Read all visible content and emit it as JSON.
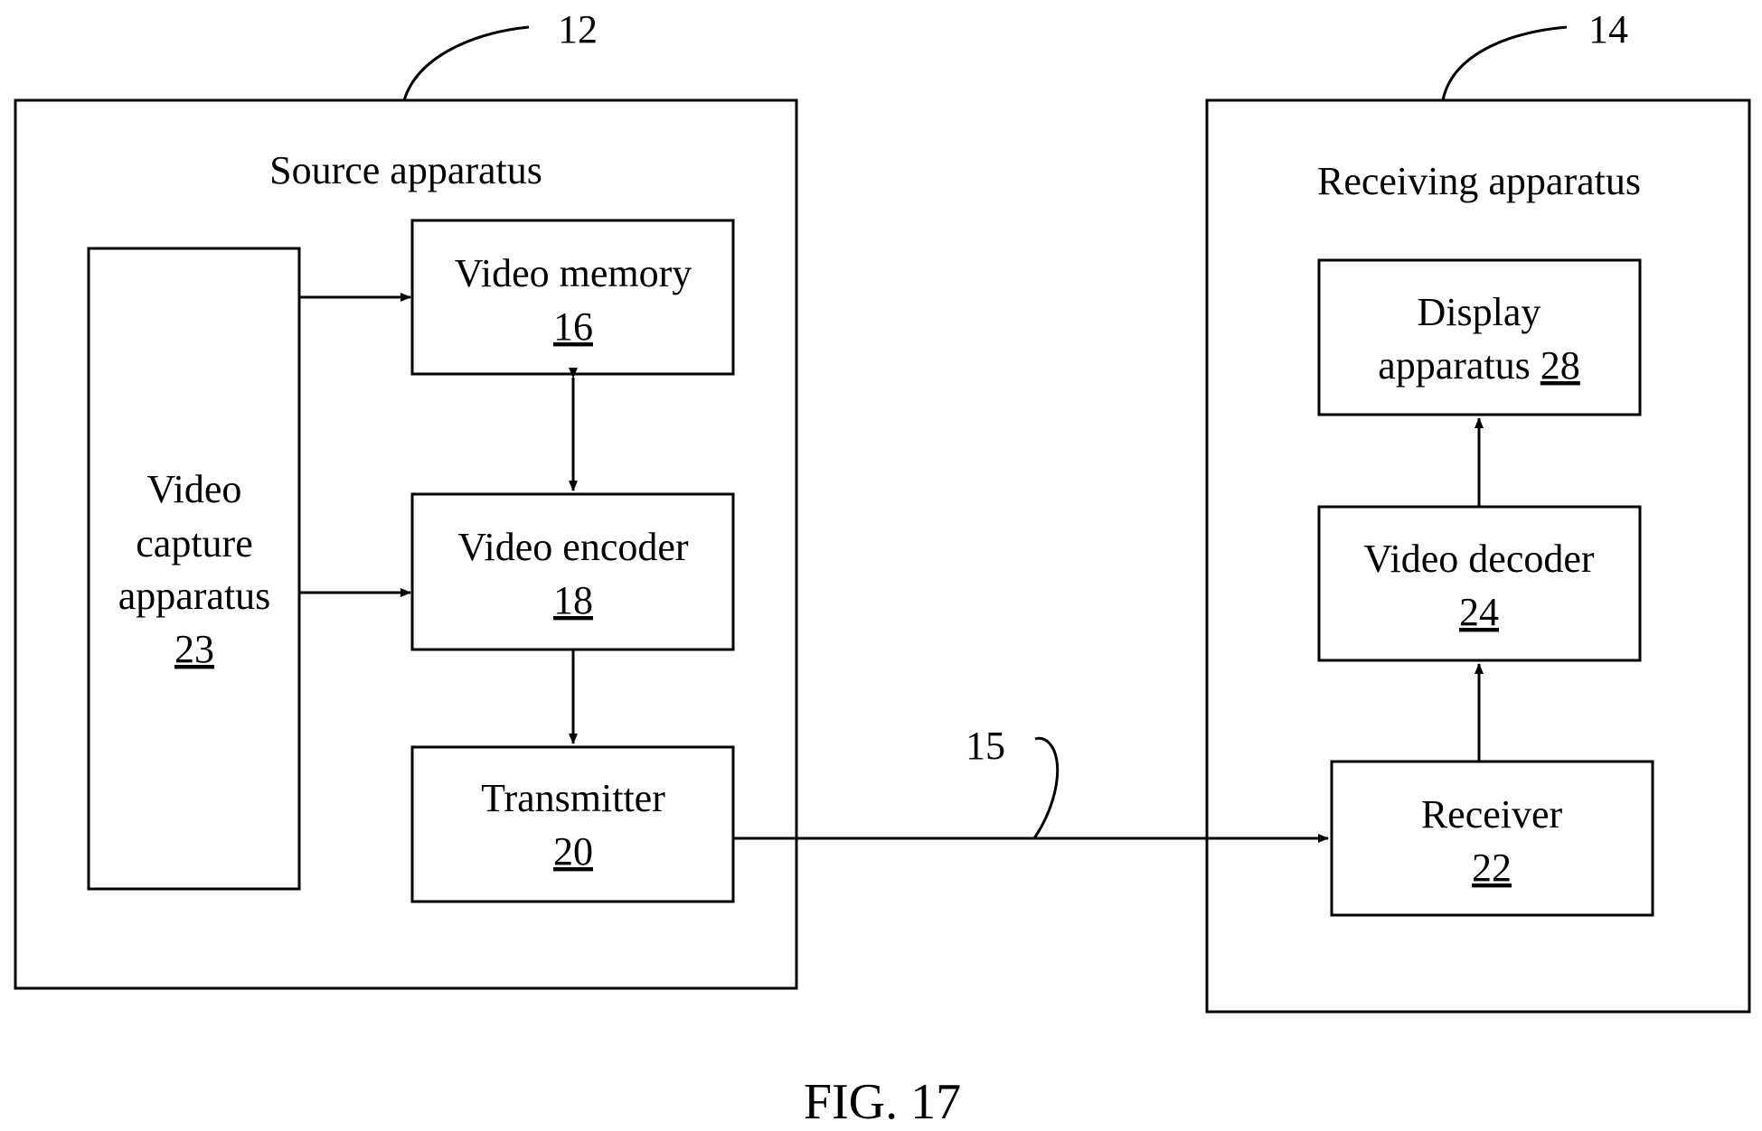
{
  "source": {
    "title": "Source apparatus",
    "ref": "12",
    "video_capture": {
      "line1": "Video",
      "line2": "capture",
      "line3": "apparatus",
      "number": "23"
    },
    "video_memory": {
      "label": "Video memory",
      "number": "16"
    },
    "video_encoder": {
      "label": "Video encoder",
      "number": "18"
    },
    "transmitter": {
      "label": "Transmitter",
      "number": "20"
    }
  },
  "receiving": {
    "title": "Receiving apparatus",
    "ref": "14",
    "display": {
      "line1": "Display",
      "line2": "apparatus",
      "number": "28"
    },
    "video_decoder": {
      "label": "Video decoder",
      "number": "24"
    },
    "receiver": {
      "label": "Receiver",
      "number": "22"
    }
  },
  "link": {
    "ref": "15"
  },
  "figure_caption": "FIG. 17"
}
